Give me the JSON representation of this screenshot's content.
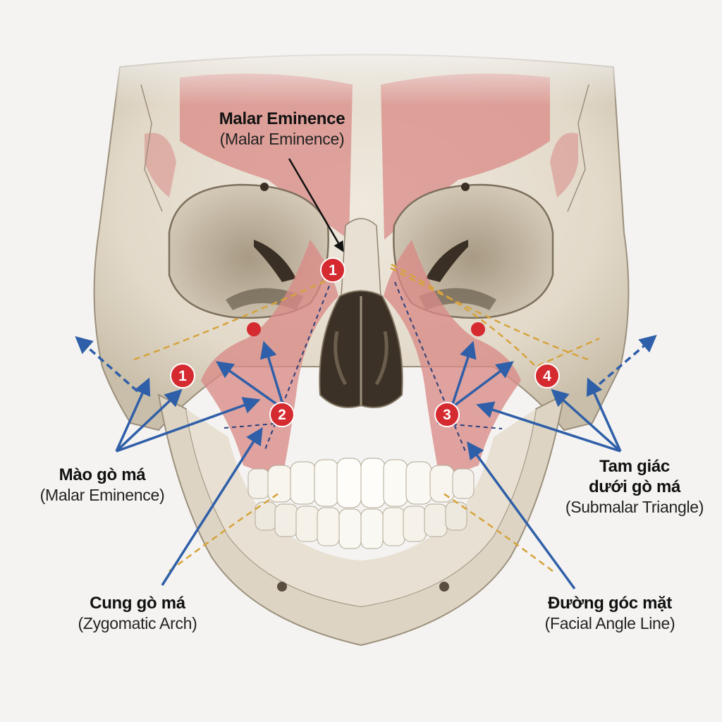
{
  "labels": {
    "top": {
      "main": "Malar Eminence",
      "sub": "(Malar Eminence)"
    },
    "left_mid": {
      "main": "Mào gò má",
      "sub": "(Malar Eminence)"
    },
    "right_mid": {
      "line1": "Tam giác",
      "line2": "dưới gò má",
      "sub": "(Submalar Triangle)"
    },
    "bottom_left": {
      "main": "Cung gò má",
      "sub": "(Zygomatic Arch)"
    },
    "bottom_right": {
      "main": "Đường góc mặt",
      "sub": "(Facial Angle Line)"
    }
  },
  "markers": [
    {
      "id": "m1-nose",
      "number": "1"
    },
    {
      "id": "m1-left",
      "number": "1"
    },
    {
      "id": "m2",
      "number": "2"
    },
    {
      "id": "m3",
      "number": "3"
    },
    {
      "id": "m4",
      "number": "4"
    }
  ],
  "colors": {
    "bone": "#e6dfd2",
    "bone_shadow": "#b9ae9c",
    "muscle": "#d98a86",
    "marker": "#d42a30",
    "arrow": "#2f5fa8",
    "guide_dash": "#d6a33c",
    "guide_blue": "#2d3f7a"
  }
}
